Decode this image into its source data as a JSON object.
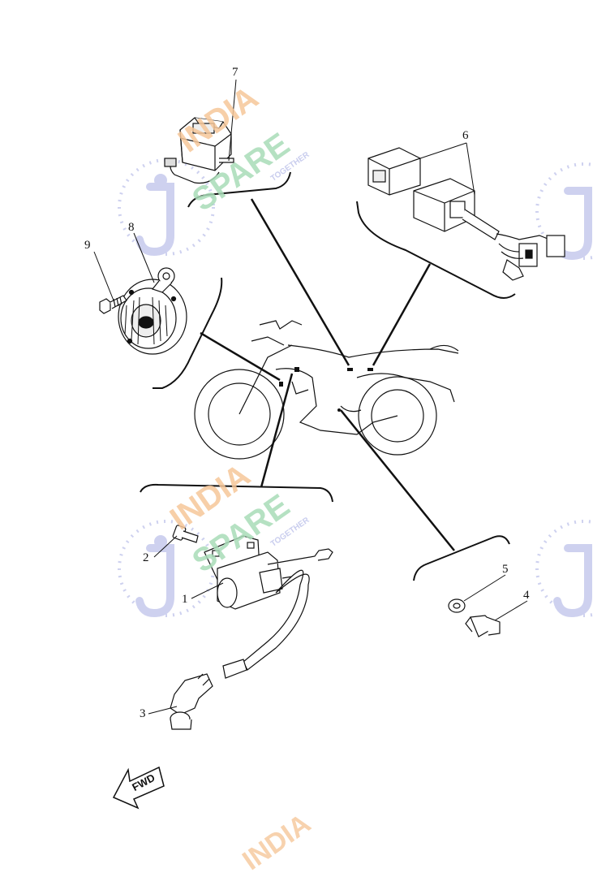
{
  "diagram": {
    "callouts": [
      {
        "id": "1",
        "label": "1"
      },
      {
        "id": "2",
        "label": "2"
      },
      {
        "id": "3",
        "label": "3"
      },
      {
        "id": "4",
        "label": "4"
      },
      {
        "id": "5",
        "label": "5"
      },
      {
        "id": "6",
        "label": "6"
      },
      {
        "id": "7",
        "label": "7"
      },
      {
        "id": "8",
        "label": "8"
      },
      {
        "id": "9",
        "label": "9"
      }
    ],
    "direction_label": "FWD"
  },
  "watermark": {
    "word1": "INDIA",
    "word2": "SPARE",
    "tagline": "TOGETHER",
    "colors": {
      "orange": "#f6c79a",
      "green": "#a9dcb8",
      "blue": "#c9cdee"
    }
  },
  "colors": {
    "line": "#111111",
    "background": "#ffffff"
  }
}
